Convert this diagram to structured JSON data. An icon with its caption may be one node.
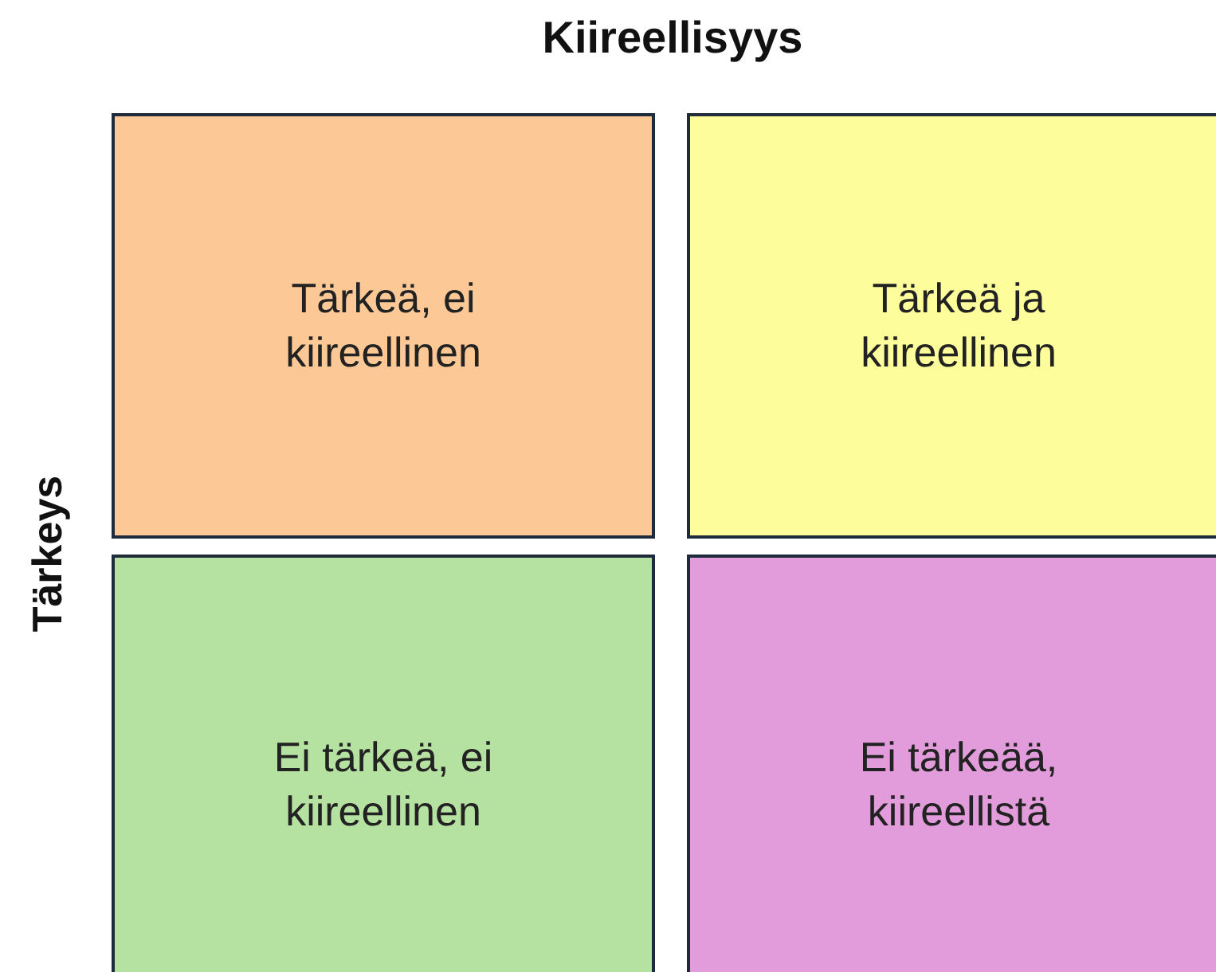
{
  "diagram": {
    "title": "Kiireellisyys",
    "nodes": [
      {
        "text": [
          "Tärkeä, ei kiireellinen"
        ]
      },
      {
        "text": [
          "Tärkeä ja kiireellinen"
        ]
      },
      {
        "text": [
          "Ei tärkeä, ei kiireellinen"
        ]
      },
      {
        "text": [
          "Ei tärkeää, kiireellistä"
        ]
      }
    ],
    "labels": [
      "Tärkeys"
    ]
  }
}
